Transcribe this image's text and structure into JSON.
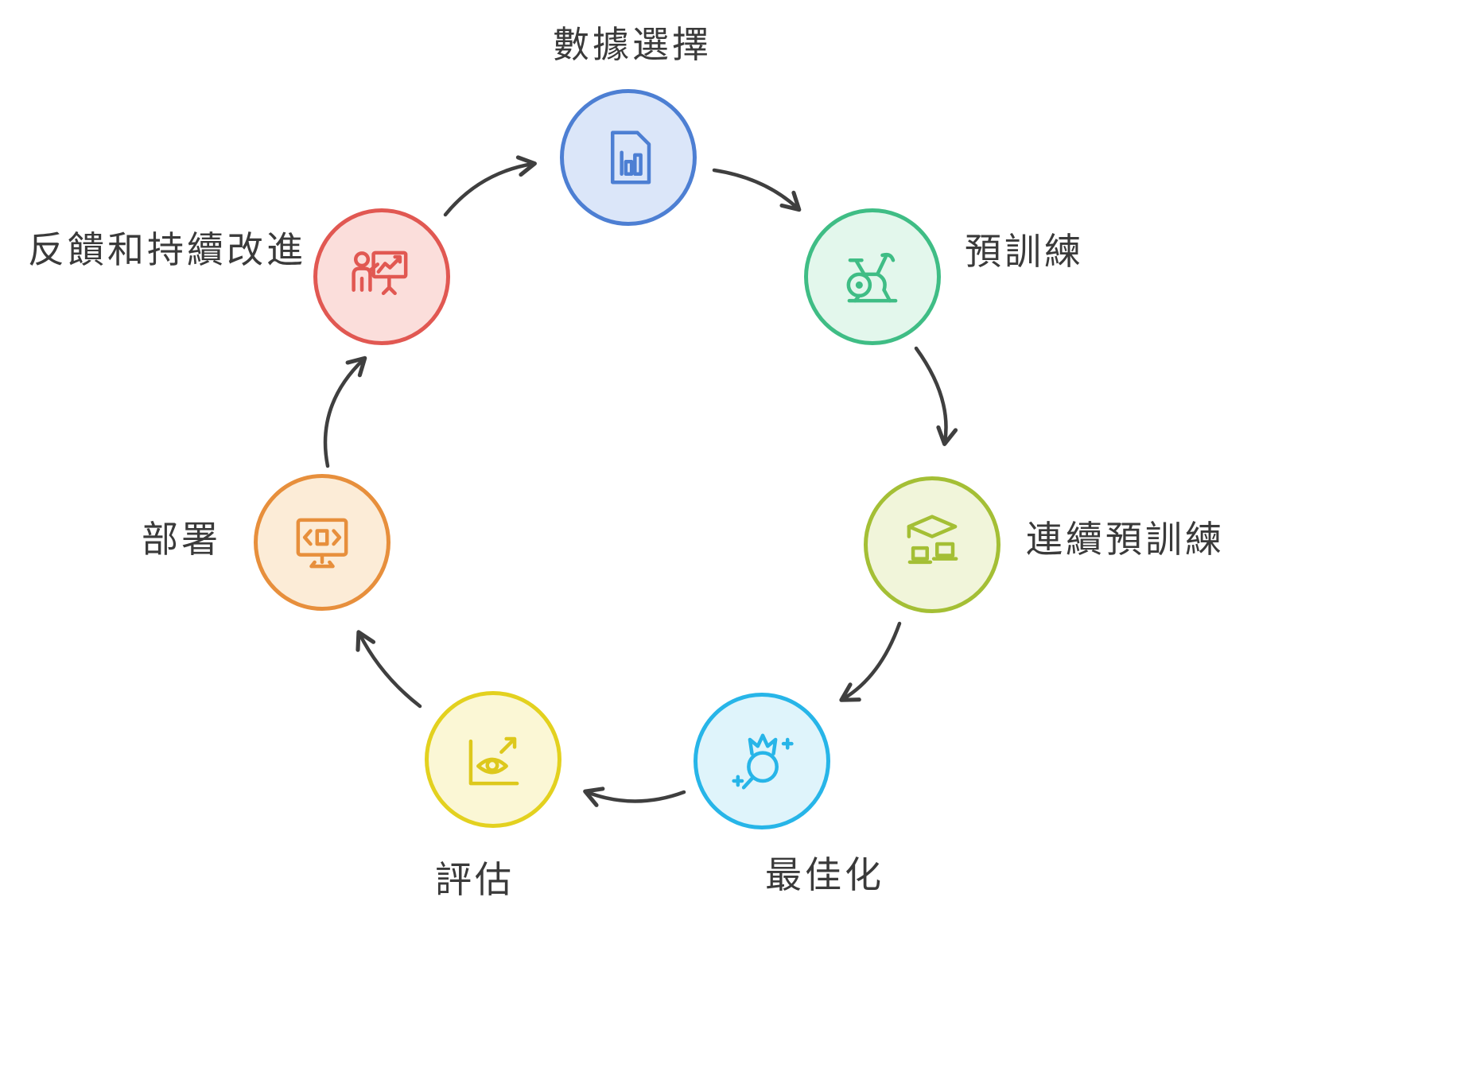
{
  "diagram": {
    "type": "cycle",
    "background": "#ffffff",
    "text_color": "#3a3a3a",
    "arrow_color": "#3f3f3f",
    "nodes": [
      {
        "id": "data-selection",
        "label": "數據選擇",
        "icon": "document-bar-chart-icon",
        "stroke": "#4d7fd3",
        "fill": "#dbe6f9"
      },
      {
        "id": "pretraining",
        "label": "預訓練",
        "icon": "exercise-bike-icon",
        "stroke": "#3fbd85",
        "fill": "#e3f7ec"
      },
      {
        "id": "continuous-pretraining",
        "label": "連續預訓練",
        "icon": "graduation-laptops-icon",
        "stroke": "#a4bf35",
        "fill": "#f1f5da"
      },
      {
        "id": "optimization",
        "label": "最佳化",
        "icon": "crown-magnifier-icon",
        "stroke": "#27b5e8",
        "fill": "#dff4fb"
      },
      {
        "id": "evaluation",
        "label": "評估",
        "icon": "eye-axis-chart-icon",
        "stroke": "#e3d11f",
        "fill": "#fbf7d5"
      },
      {
        "id": "deployment",
        "label": "部署",
        "icon": "monitor-code-icon",
        "stroke": "#e78f3c",
        "fill": "#fcecd7"
      },
      {
        "id": "feedback",
        "label": "反饋和持續改進",
        "icon": "presenter-whiteboard-icon",
        "stroke": "#e15852",
        "fill": "#fbdedb"
      }
    ],
    "flow_order": [
      "數據選擇",
      "預訓練",
      "連續預訓練",
      "最佳化",
      "評估",
      "部署",
      "反饋和持續改進"
    ]
  }
}
